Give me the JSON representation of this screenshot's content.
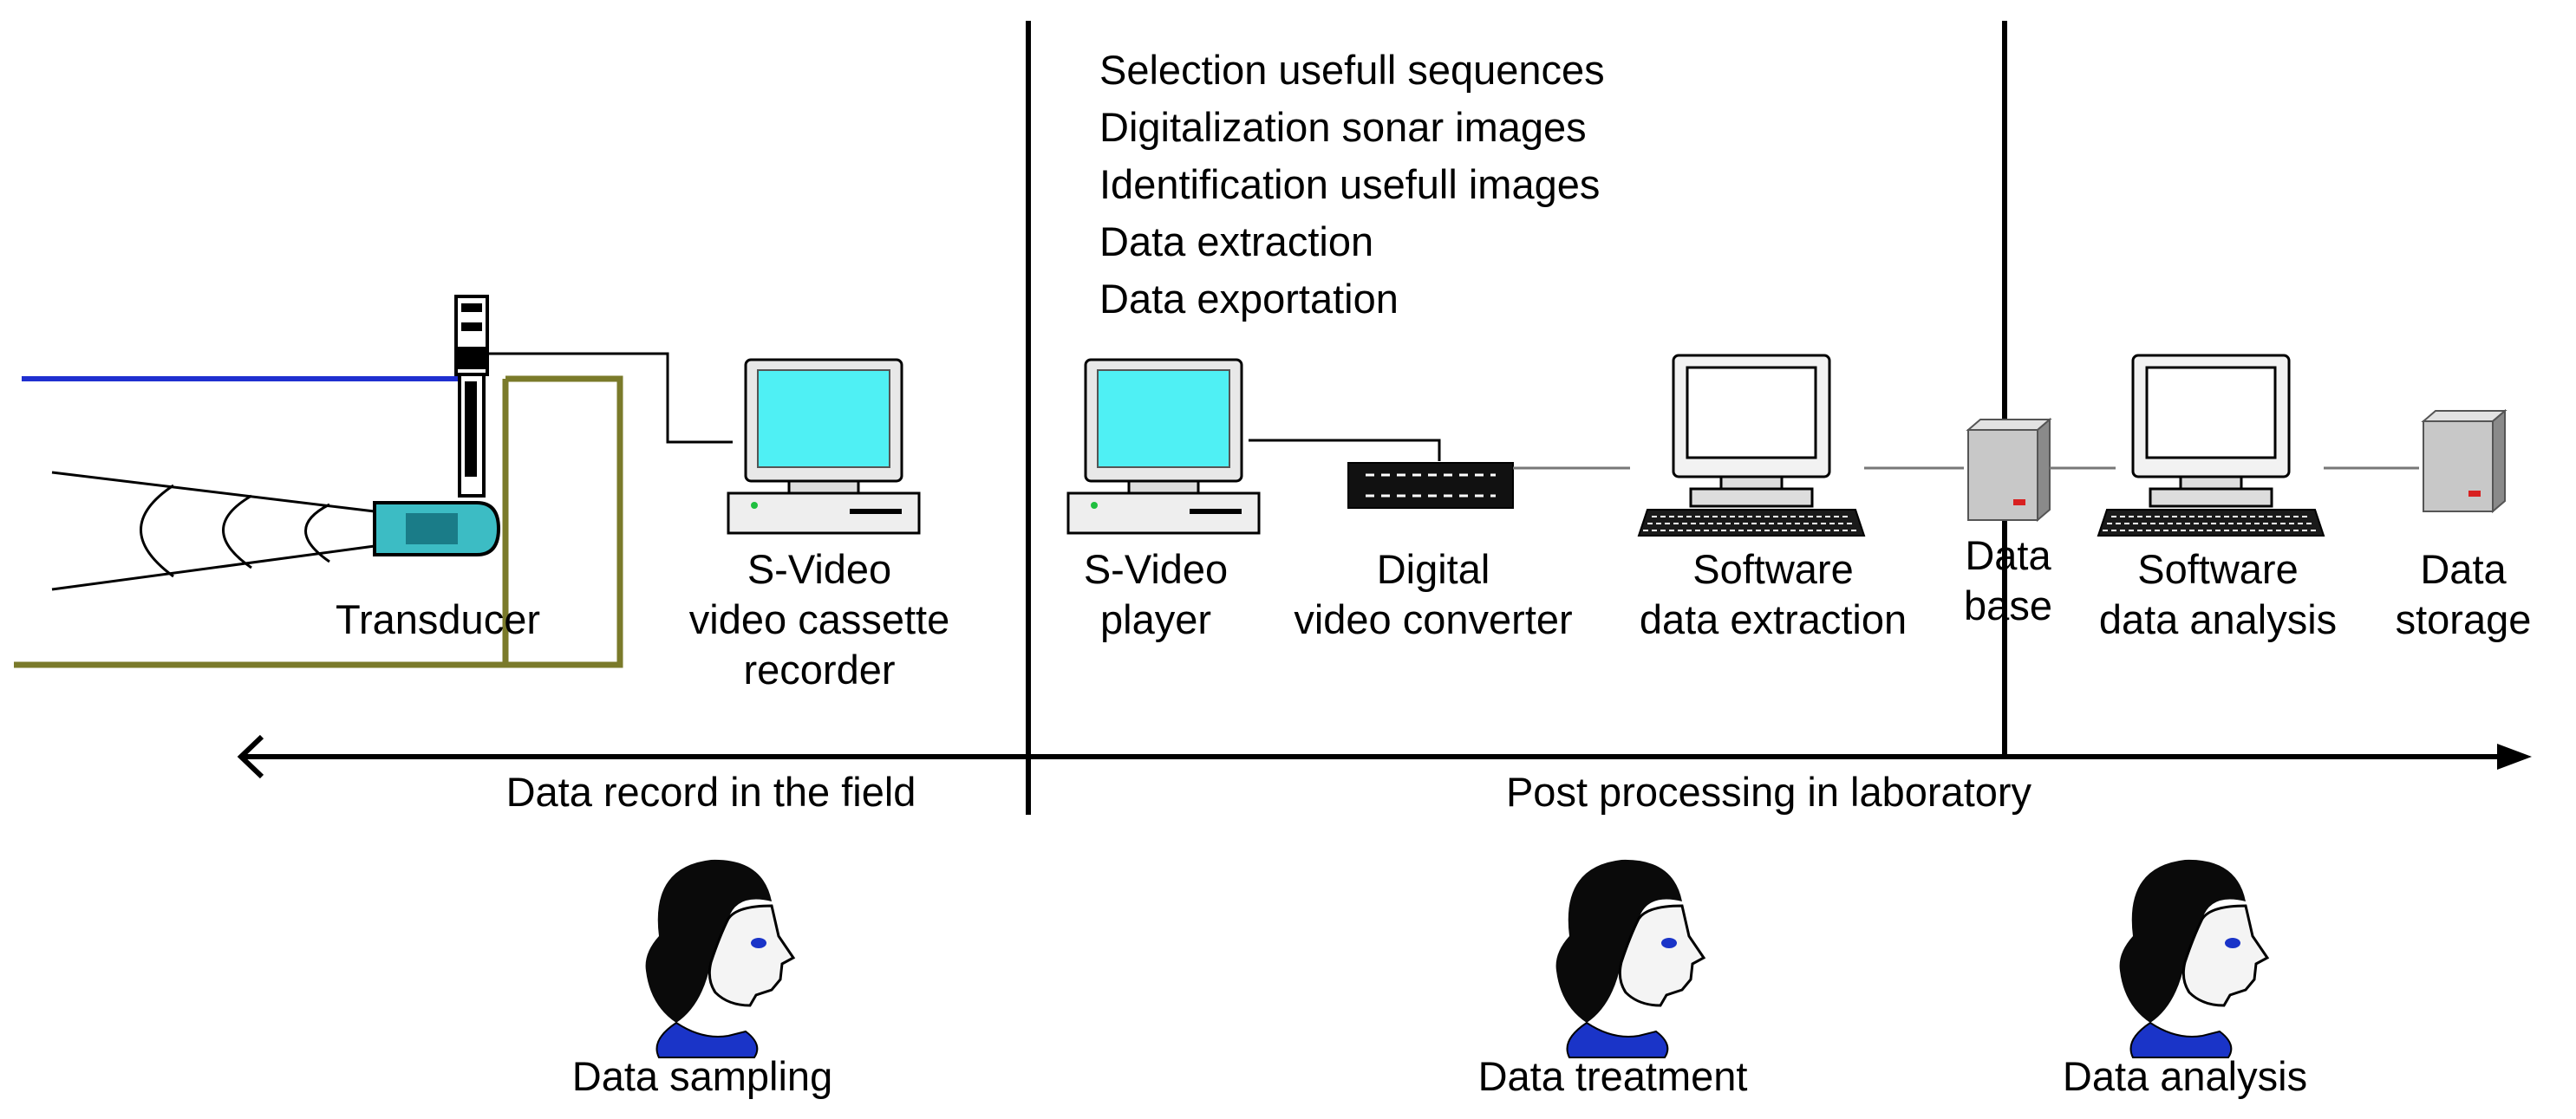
{
  "steps": [
    "Selection usefull sequences",
    "Digitalization sonar images",
    "Identification usefull images",
    "Data extraction",
    "Data exportation"
  ],
  "devices": {
    "transducer": "Transducer",
    "recorder": [
      "S-Video",
      "video cassette",
      "recorder"
    ],
    "player": [
      "S-Video",
      "player"
    ],
    "converter": [
      "Digital",
      "video converter"
    ],
    "extraction": [
      "Software",
      "data extraction"
    ],
    "database": [
      "Data",
      "base"
    ],
    "analysis": [
      "Software",
      "data analysis"
    ],
    "storage": [
      "Data",
      "storage"
    ]
  },
  "timeline": {
    "field": "Data record in the field",
    "lab": "Post processing in laboratory"
  },
  "roles": {
    "sampling": "Data sampling",
    "treatment": "Data treatment",
    "analysis": "Data analysis"
  },
  "colors": {
    "water_line": "#1f2fd0",
    "frame": "#7a7a2a",
    "screen": "#4ff0f4",
    "face_blue": "#1a34c8"
  }
}
